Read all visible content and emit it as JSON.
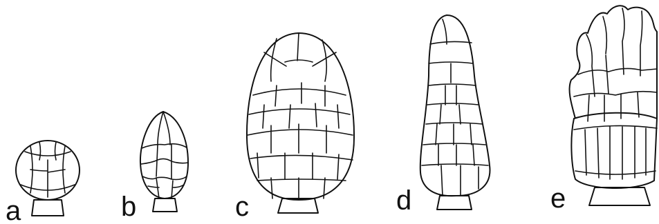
{
  "panels": [
    {
      "id": "a",
      "label": "a"
    },
    {
      "id": "b",
      "label": "b"
    },
    {
      "id": "c",
      "label": "c"
    },
    {
      "id": "d",
      "label": "d"
    },
    {
      "id": "e",
      "label": "e"
    }
  ]
}
